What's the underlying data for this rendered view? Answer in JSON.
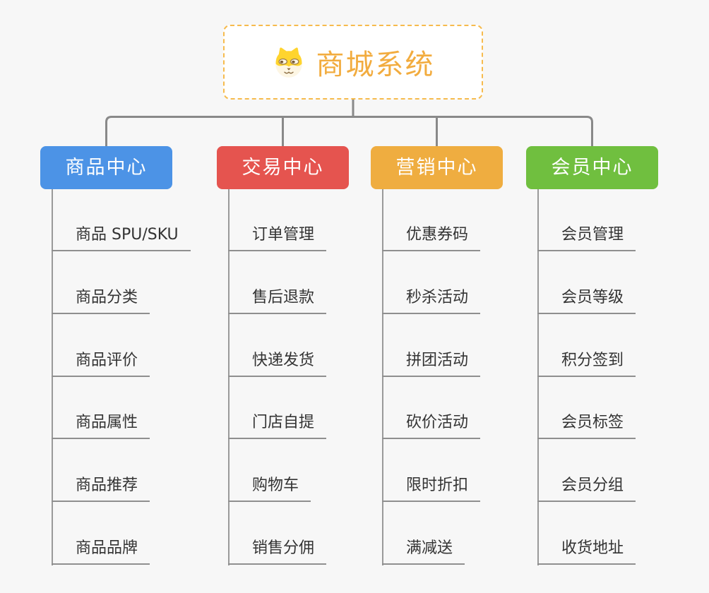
{
  "root": {
    "label": "商城系统",
    "icon": "shiba-dog-icon"
  },
  "branches": [
    {
      "label": "商品中心",
      "color": "#4C93E6",
      "items": [
        "商品 SPU/SKU",
        "商品分类",
        "商品评价",
        "商品属性",
        "商品推荐",
        "商品品牌"
      ]
    },
    {
      "label": "交易中心",
      "color": "#E5544F",
      "items": [
        "订单管理",
        "售后退款",
        "快递发货",
        "门店自提",
        "购物车",
        "销售分佣"
      ]
    },
    {
      "label": "营销中心",
      "color": "#EFAD40",
      "items": [
        "优惠券码",
        "秒杀活动",
        "拼团活动",
        "砍价活动",
        "限时折扣",
        "满减送"
      ]
    },
    {
      "label": "会员中心",
      "color": "#70BF3F",
      "items": [
        "会员管理",
        "会员等级",
        "积分签到",
        "会员标签",
        "会员分组",
        "收货地址"
      ]
    }
  ],
  "colors": {
    "background": "#f7f7f7",
    "connector": "#898989",
    "spine": "#9a9a9a",
    "underline": "#8f8f8f",
    "leaf_text": "#333333",
    "root_text": "#F2AC3F",
    "root_border": "#F6BB4D",
    "branch_text": "#ffffff",
    "dog_yellow": "#FFD42E",
    "dog_cream": "#FDF6E4",
    "dog_brown": "#8A6A3F"
  }
}
